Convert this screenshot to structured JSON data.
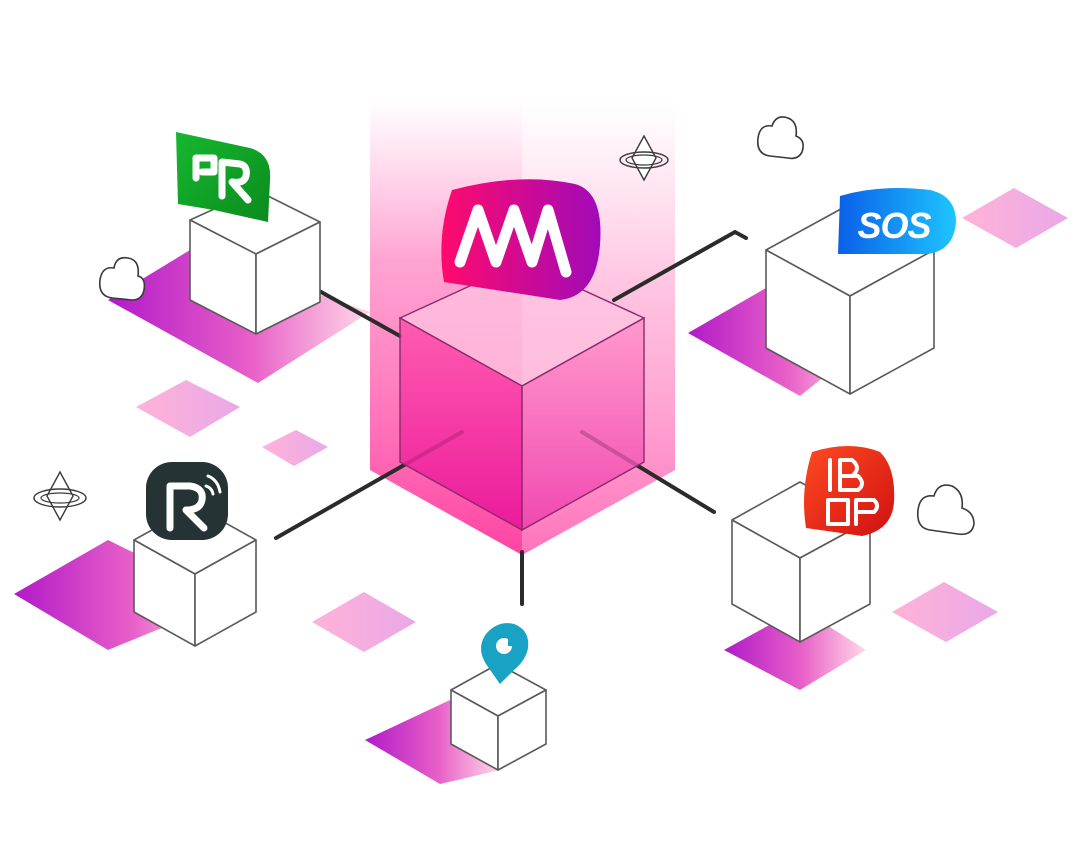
{
  "diagram": {
    "hub": {
      "name": "hub",
      "logo_text": "",
      "logo_colors": [
        "#ff0a6c",
        "#a10ab8"
      ]
    },
    "nodes": [
      {
        "name": "node-sr",
        "logo_text": "",
        "logo_colors": [
          "#12b52b",
          "#0b8a1e"
        ]
      },
      {
        "name": "node-sos",
        "logo_text": "SOS",
        "logo_colors": [
          "#0a6cf0",
          "#1ec5ff"
        ]
      },
      {
        "name": "node-r",
        "logo_text": "",
        "logo_colors": [
          "#2a3b3e",
          "#1c2527"
        ]
      },
      {
        "name": "node-ibop",
        "logo_text": "",
        "logo_colors": [
          "#ff3b1f",
          "#d81414"
        ]
      },
      {
        "name": "node-pin",
        "logo_text": "",
        "logo_colors": [
          "#1aa6c8",
          "#1486a6"
        ]
      }
    ],
    "colors": {
      "tile_start": "#b11ac8",
      "tile_end": "#ffc6de",
      "beam": "#ff3aa0",
      "line": "#2b2b2b"
    }
  }
}
